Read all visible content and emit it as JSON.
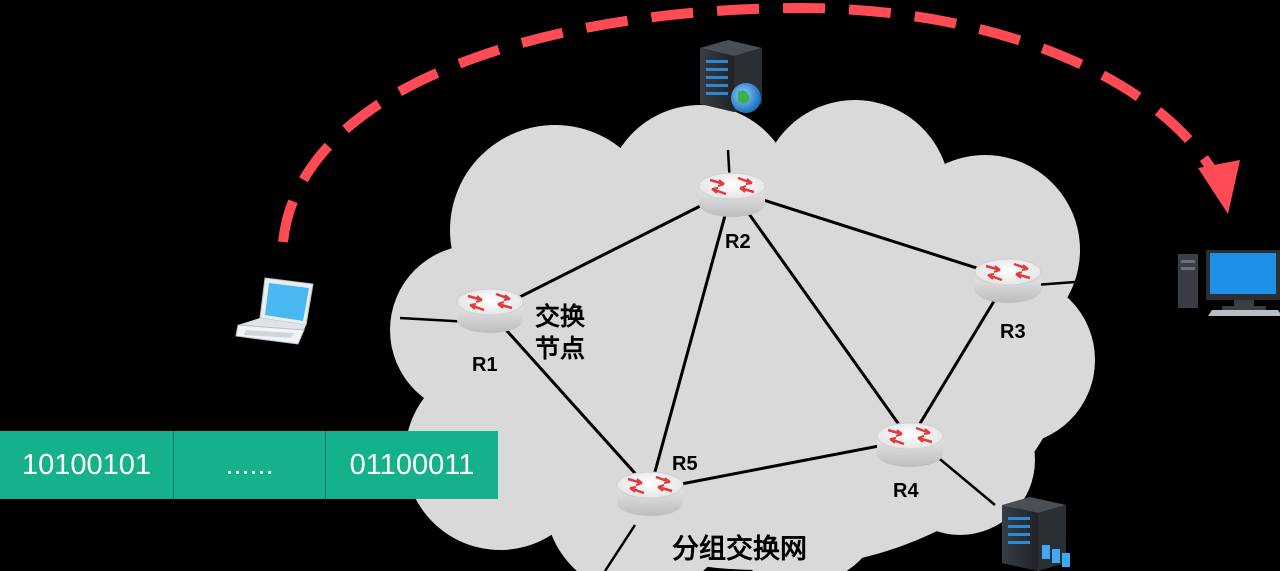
{
  "diagram": {
    "routers": [
      {
        "id": "R1",
        "label": "R1"
      },
      {
        "id": "R2",
        "label": "R2"
      },
      {
        "id": "R3",
        "label": "R3"
      },
      {
        "id": "R4",
        "label": "R4"
      },
      {
        "id": "R5",
        "label": "R5"
      }
    ],
    "links": [
      [
        "R1",
        "R2"
      ],
      [
        "R1",
        "R5"
      ],
      [
        "R2",
        "R5"
      ],
      [
        "R2",
        "R3"
      ],
      [
        "R2",
        "R4"
      ],
      [
        "R3",
        "R4"
      ],
      [
        "R5",
        "R4"
      ]
    ],
    "switch_node_label_line1": "交换",
    "switch_node_label_line2": "节点",
    "network_label": "分组交换网",
    "colors": {
      "background": "#000000",
      "cloud": "#d9d9d9",
      "arrow": "#ff4b55",
      "packet": "#14b18b"
    },
    "icons": [
      "laptop-icon",
      "web-server-icon",
      "desktop-computer-icon",
      "database-server-icon",
      "router-icon"
    ]
  },
  "packet": {
    "cells": [
      "10100101",
      "......",
      "01100011"
    ]
  }
}
